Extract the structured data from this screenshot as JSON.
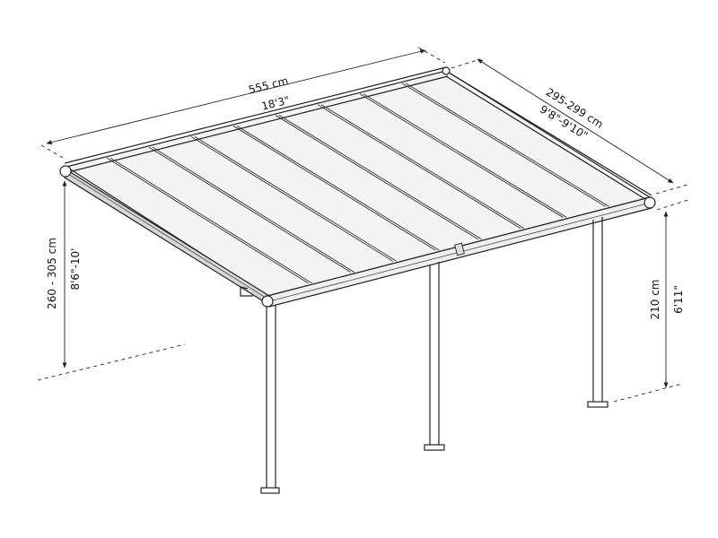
{
  "dimensions": {
    "width_cm": "555 cm",
    "width_in": "18'3\"",
    "depth_cm": "295-299 cm",
    "depth_in": "9'8\"-9'10\"",
    "wall_height_cm": "260 - 305 cm",
    "wall_height_in": "8'6\"-10'",
    "post_height_cm": "210 cm",
    "post_height_in": "6'11\""
  },
  "roof": {
    "panel_count": 9
  },
  "posts": {
    "count": 3
  }
}
